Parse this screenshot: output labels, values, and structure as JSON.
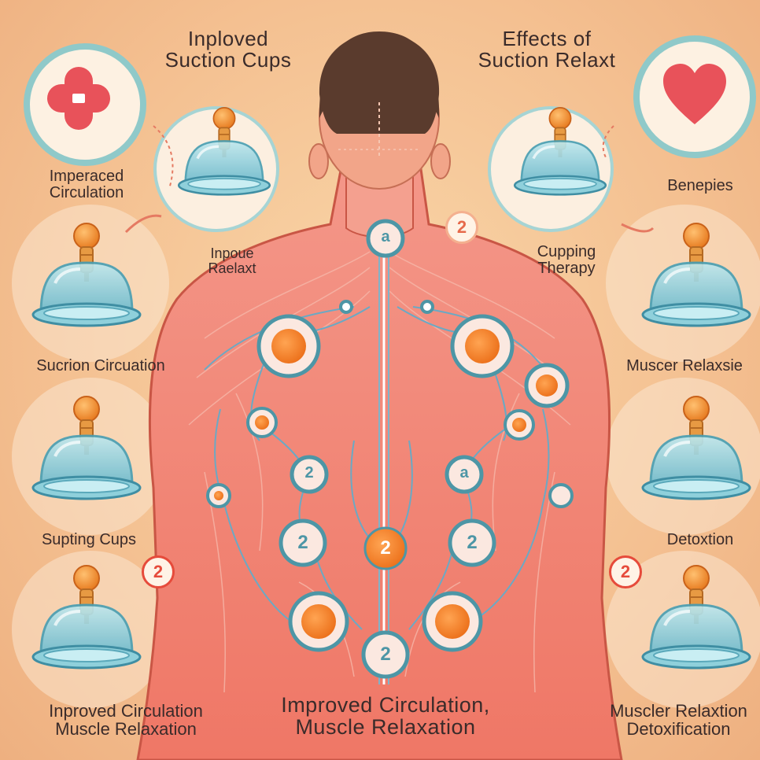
{
  "header": {
    "left_title_line1": "Inploved",
    "left_title_line2": "Suction Cups",
    "right_title_line1": "Effects of",
    "right_title_line2": "Suction Relaxt"
  },
  "left_labels": {
    "top_line1": "Imperaced",
    "top_line2": "Circulation",
    "inner_line1": "Inpoue",
    "inner_line2": "Raelaxt",
    "mid": "Sucrion Circuation",
    "low": "Supting Cups",
    "bottom_line1": "Inproved Circulation",
    "bottom_line2": "Muscle Relaxation"
  },
  "right_labels": {
    "top": "Benepies",
    "inner_line1": "Cupping",
    "inner_line2": "Therapy",
    "mid": "Muscer Relaxsie",
    "low": "Detoxtion",
    "bottom_line1": "Muscler Relaxtion",
    "bottom_line2": "Detoxification"
  },
  "center_caption": {
    "line1": "Improved Circulation,",
    "line2": "Muscle  Relaxation"
  },
  "badges": {
    "spine_top": "a",
    "float_right": "2",
    "left_side": "2",
    "right_side": "2",
    "back_mid_left": "2",
    "back_mid_right": "a",
    "back_low_left": "2",
    "back_low_center": "2",
    "back_low_right": "2",
    "back_bottom": "2"
  },
  "icons": {
    "top_left": "medical-cross-icon",
    "top_right": "heart-icon",
    "cups": "suction-cup-icon"
  },
  "colors": {
    "background": "#f4c091",
    "skin": "#f07d6c",
    "cup_glass": "#7fc7d6",
    "cup_knob": "#f08a24",
    "badge_ring": "#e64b3b",
    "marker_ring": "#4d96a6"
  }
}
